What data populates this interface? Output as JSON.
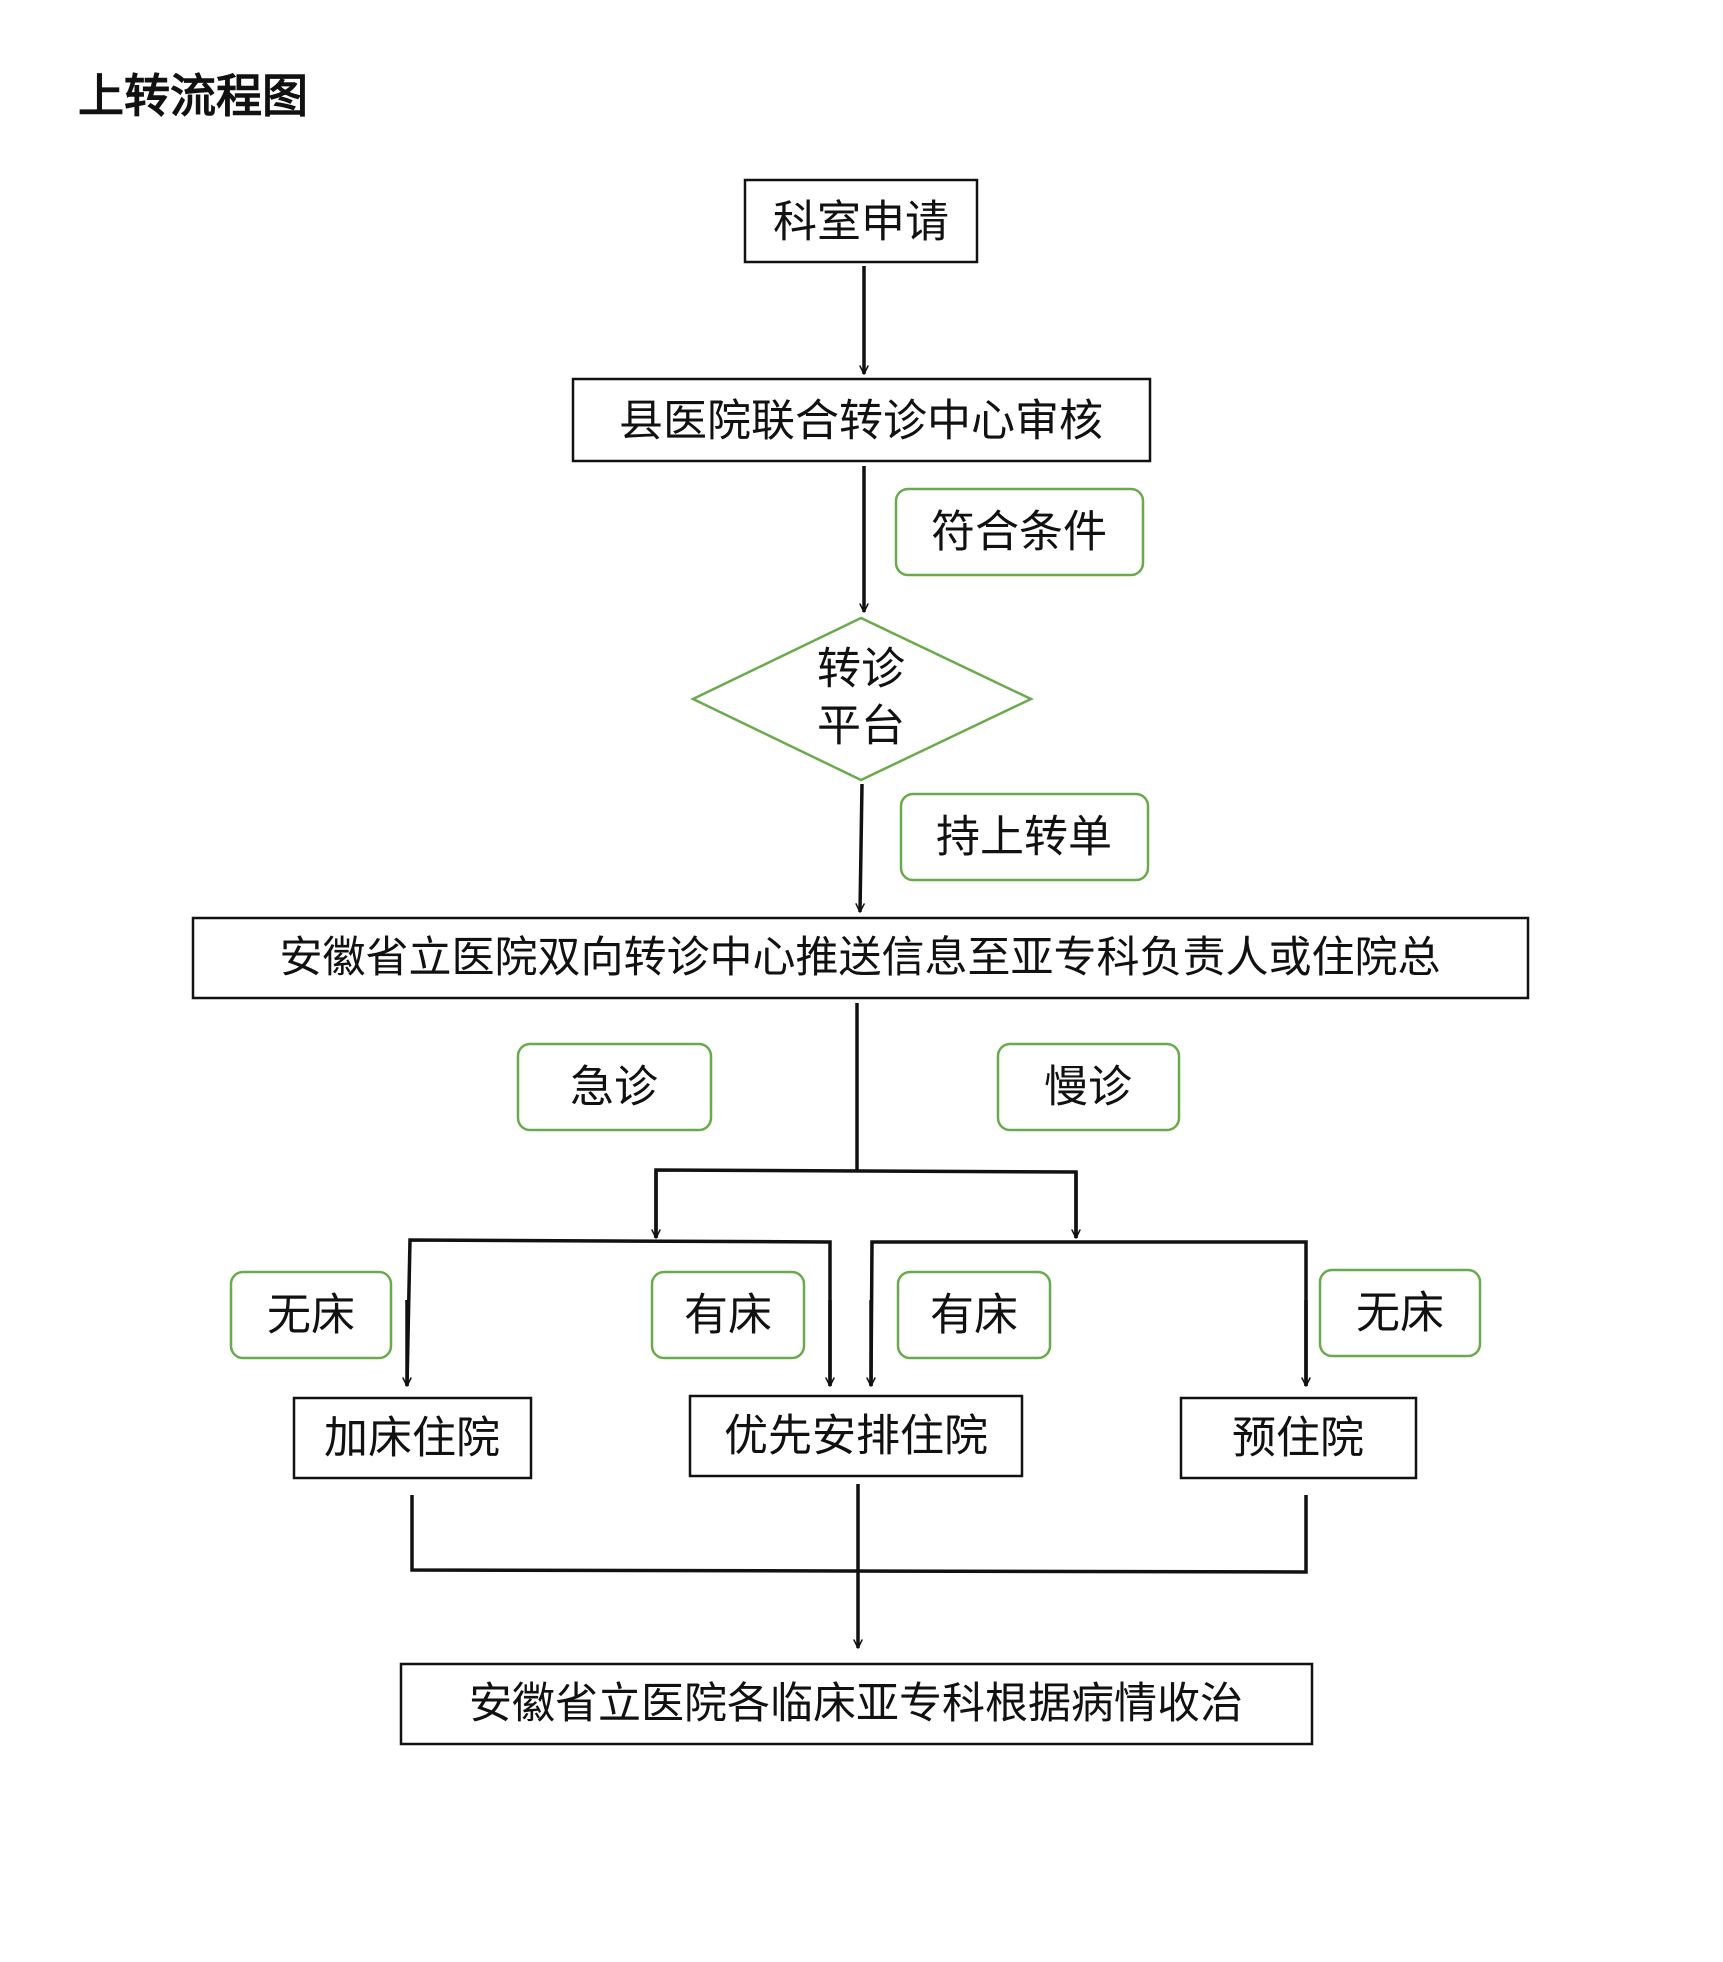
{
  "title": "上转流程图",
  "colors": {
    "box_border": "#111111",
    "condition_border": "#6aaa4c",
    "line": "#111111"
  },
  "nodes": {
    "apply": "科室申请",
    "county_review": "县医院联合转诊中心审核",
    "platform_line1": "转诊",
    "platform_line2": "平台",
    "push_info": "安徽省立医院双向转诊中心推送信息至亚专科负责人或住院总",
    "add_bed": "加床住院",
    "priority": "优先安排住院",
    "pre_admit": "预住院",
    "final": "安徽省立医院各临床亚专科根据病情收治"
  },
  "labels": {
    "qualified": "符合条件",
    "hold_form": "持上转单",
    "emergency": "急诊",
    "chronic": "慢诊",
    "no_bed_left": "无床",
    "has_bed_left": "有床",
    "has_bed_right": "有床",
    "no_bed_right": "无床"
  }
}
